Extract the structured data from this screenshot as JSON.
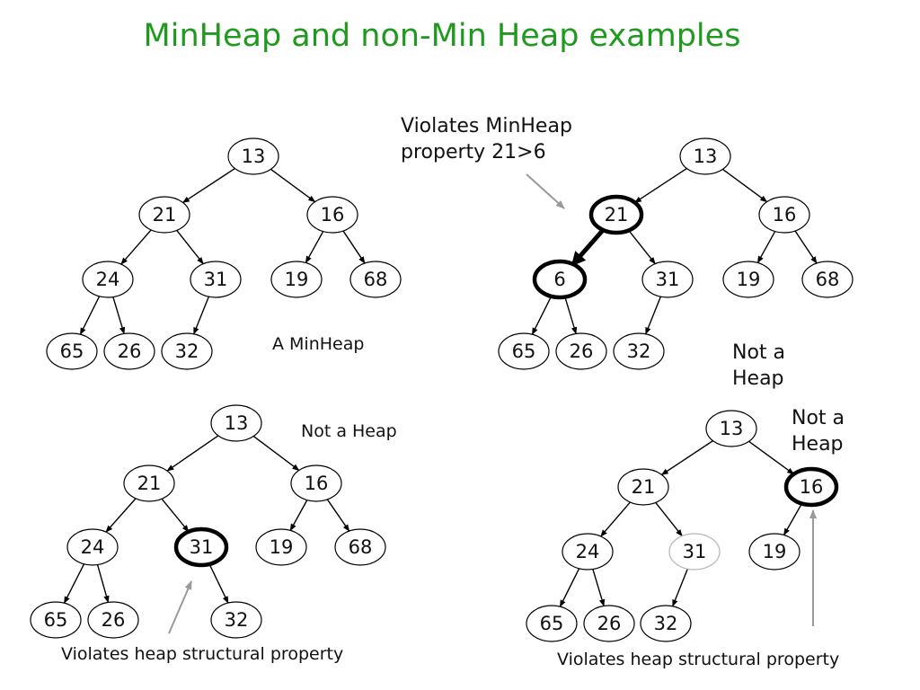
{
  "title": "MinHeap and non-Min Heap examples",
  "colors": {
    "title": "#1f9a1f",
    "node_stroke": "#000000",
    "faded_stroke": "#b5b5b5",
    "pointer_arrow": "#999999"
  },
  "annotations": {
    "a_minheap": "A MinHeap",
    "violates_minheap_line1": "Violates MinHeap",
    "violates_minheap_line2": "property 21>6",
    "not_a_heap_1_line1": "Not a",
    "not_a_heap_1_line2": "Heap",
    "not_a_heap_2": "Not a Heap",
    "not_a_heap_3_line1": "Not a",
    "not_a_heap_3_line2": "Heap",
    "violates_structural_1": "Violates heap structural property",
    "violates_structural_2": "Violates heap structural property"
  },
  "trees": [
    {
      "name": "tree-minheap",
      "caption": "A MinHeap",
      "nodes": [
        {
          "id": "a0",
          "label": "13"
        },
        {
          "id": "a1",
          "label": "21"
        },
        {
          "id": "a2",
          "label": "16"
        },
        {
          "id": "a3",
          "label": "24"
        },
        {
          "id": "a4",
          "label": "31"
        },
        {
          "id": "a5",
          "label": "19"
        },
        {
          "id": "a6",
          "label": "68"
        },
        {
          "id": "a7",
          "label": "65"
        },
        {
          "id": "a8",
          "label": "26"
        },
        {
          "id": "a9",
          "label": "32"
        }
      ],
      "edges": [
        [
          "a0",
          "a1"
        ],
        [
          "a0",
          "a2"
        ],
        [
          "a1",
          "a3"
        ],
        [
          "a1",
          "a4"
        ],
        [
          "a2",
          "a5"
        ],
        [
          "a2",
          "a6"
        ],
        [
          "a3",
          "a7"
        ],
        [
          "a3",
          "a8"
        ],
        [
          "a4",
          "a9"
        ]
      ]
    },
    {
      "name": "tree-order-violation",
      "caption": "Not a Heap",
      "nodes": [
        {
          "id": "b0",
          "label": "13"
        },
        {
          "id": "b1",
          "label": "21",
          "emphasis": "bold"
        },
        {
          "id": "b2",
          "label": "16"
        },
        {
          "id": "b3",
          "label": "6",
          "emphasis": "bold"
        },
        {
          "id": "b4",
          "label": "31"
        },
        {
          "id": "b5",
          "label": "19"
        },
        {
          "id": "b6",
          "label": "68"
        },
        {
          "id": "b7",
          "label": "65"
        },
        {
          "id": "b8",
          "label": "26"
        },
        {
          "id": "b9",
          "label": "32"
        }
      ],
      "edges": [
        [
          "b0",
          "b1"
        ],
        [
          "b0",
          "b2"
        ],
        [
          "b1",
          "b3",
          "bold"
        ],
        [
          "b1",
          "b4"
        ],
        [
          "b2",
          "b5"
        ],
        [
          "b2",
          "b6"
        ],
        [
          "b3",
          "b7"
        ],
        [
          "b3",
          "b8"
        ],
        [
          "b4",
          "b9"
        ]
      ]
    },
    {
      "name": "tree-structure-violation-1",
      "caption": "Not a Heap",
      "nodes": [
        {
          "id": "c0",
          "label": "13"
        },
        {
          "id": "c1",
          "label": "21"
        },
        {
          "id": "c2",
          "label": "16"
        },
        {
          "id": "c3",
          "label": "24"
        },
        {
          "id": "c4",
          "label": "31",
          "emphasis": "bold"
        },
        {
          "id": "c5",
          "label": "19"
        },
        {
          "id": "c6",
          "label": "68"
        },
        {
          "id": "c7",
          "label": "65"
        },
        {
          "id": "c8",
          "label": "26"
        },
        {
          "id": "c9",
          "label": "32"
        }
      ],
      "edges": [
        [
          "c0",
          "c1"
        ],
        [
          "c0",
          "c2"
        ],
        [
          "c1",
          "c3"
        ],
        [
          "c1",
          "c4"
        ],
        [
          "c2",
          "c5"
        ],
        [
          "c2",
          "c6"
        ],
        [
          "c3",
          "c7"
        ],
        [
          "c3",
          "c8"
        ],
        [
          "c4",
          "c9"
        ]
      ]
    },
    {
      "name": "tree-structure-violation-2",
      "caption": "Not a Heap",
      "nodes": [
        {
          "id": "d0",
          "label": "13"
        },
        {
          "id": "d1",
          "label": "21"
        },
        {
          "id": "d2",
          "label": "16",
          "emphasis": "bold"
        },
        {
          "id": "d3",
          "label": "24"
        },
        {
          "id": "d4",
          "label": "31",
          "emphasis": "faded"
        },
        {
          "id": "d5",
          "label": "19"
        },
        {
          "id": "d7",
          "label": "65"
        },
        {
          "id": "d8",
          "label": "26"
        },
        {
          "id": "d9",
          "label": "32"
        }
      ],
      "edges": [
        [
          "d0",
          "d1"
        ],
        [
          "d0",
          "d2"
        ],
        [
          "d1",
          "d3"
        ],
        [
          "d1",
          "d4"
        ],
        [
          "d2",
          "d5"
        ],
        [
          "d3",
          "d7"
        ],
        [
          "d3",
          "d8"
        ],
        [
          "d4",
          "d9"
        ]
      ]
    }
  ]
}
